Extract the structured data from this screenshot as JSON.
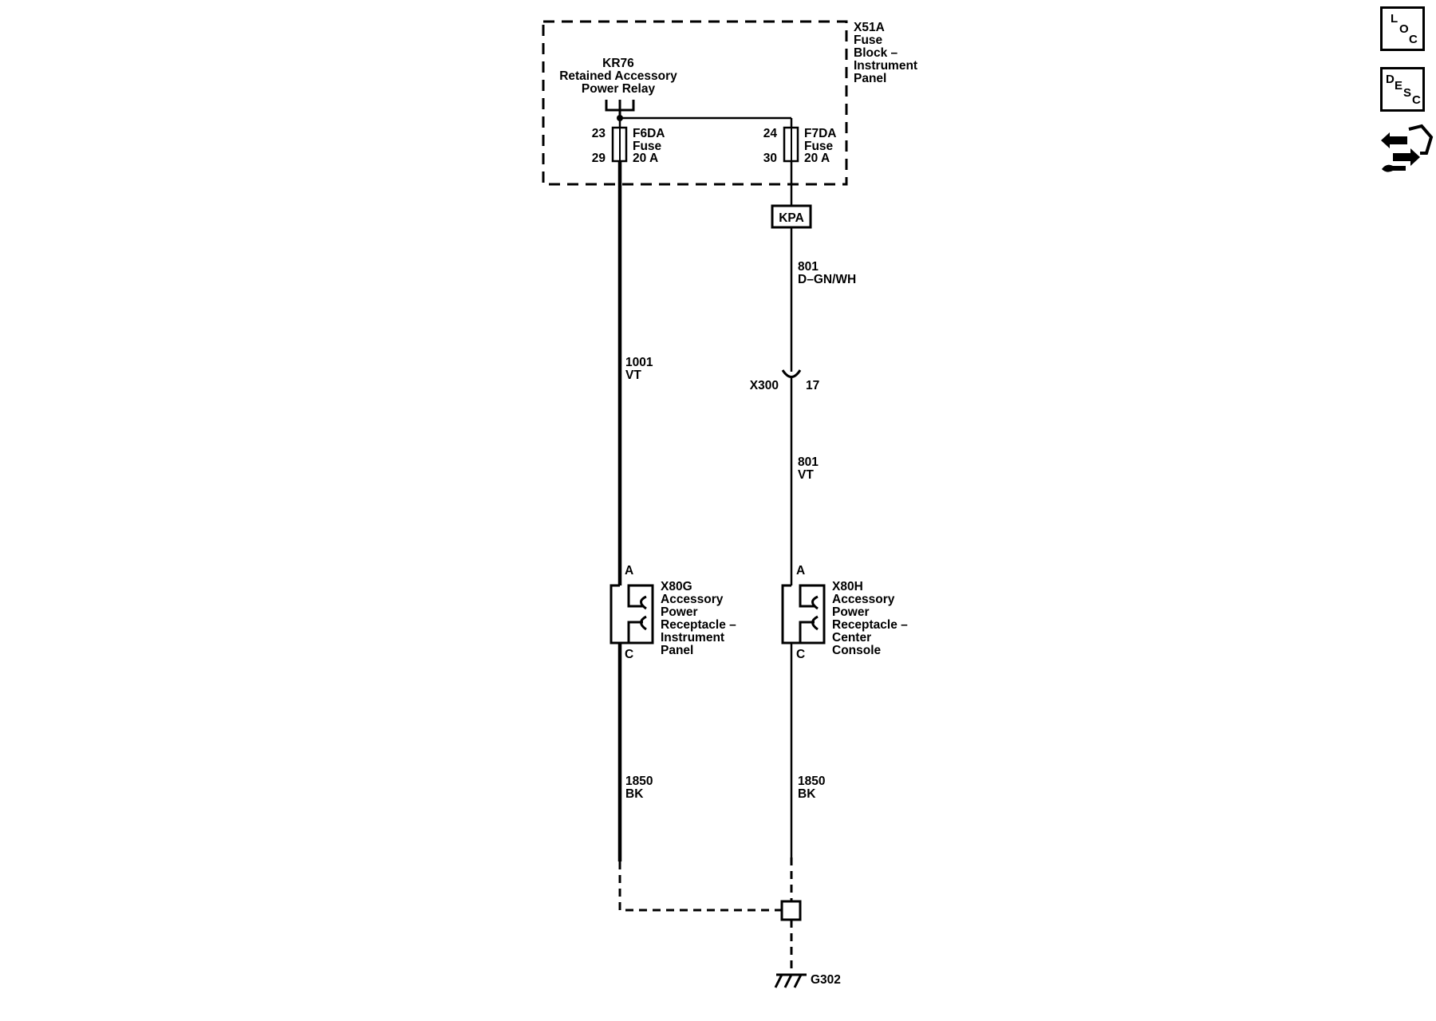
{
  "fuse_block": {
    "id": "X51A",
    "name_lines": [
      "Fuse",
      "Block –",
      "Instrument",
      "Panel"
    ]
  },
  "relay": {
    "id": "KR76",
    "name_lines": [
      "Retained Accessory",
      "Power Relay"
    ]
  },
  "fuses": [
    {
      "id": "F6DA",
      "label": "Fuse",
      "rating": "20 A",
      "pin_top": "23",
      "pin_bottom": "29"
    },
    {
      "id": "F7DA",
      "label": "Fuse",
      "rating": "20 A",
      "pin_top": "24",
      "pin_bottom": "30"
    }
  ],
  "kpa_label": "KPA",
  "wires": [
    {
      "circuit": "801",
      "color": "D–GN/WH"
    },
    {
      "circuit": "1001",
      "color": "VT"
    },
    {
      "circuit": "801",
      "color": "VT"
    },
    {
      "circuit": "1850",
      "color": "BK"
    },
    {
      "circuit": "1850",
      "color": "BK"
    }
  ],
  "inline_connector": {
    "id": "X300",
    "pin": "17"
  },
  "receptacles": [
    {
      "id": "X80G",
      "name_lines": [
        "Accessory",
        "Power",
        "Receptacle –",
        "Instrument",
        "Panel"
      ],
      "pin_top": "A",
      "pin_bottom": "C"
    },
    {
      "id": "X80H",
      "name_lines": [
        "Accessory",
        "Power",
        "Receptacle –",
        "Center",
        "Console"
      ],
      "pin_top": "A",
      "pin_bottom": "C"
    }
  ],
  "ground": {
    "id": "G302"
  },
  "side_icons": [
    {
      "name": "loc-icon",
      "letters": [
        "L",
        "O",
        "C"
      ]
    },
    {
      "name": "desc-icon",
      "letters": [
        "D",
        "E",
        "S",
        "C"
      ]
    },
    {
      "name": "connector-repair-icon",
      "letters": []
    }
  ]
}
